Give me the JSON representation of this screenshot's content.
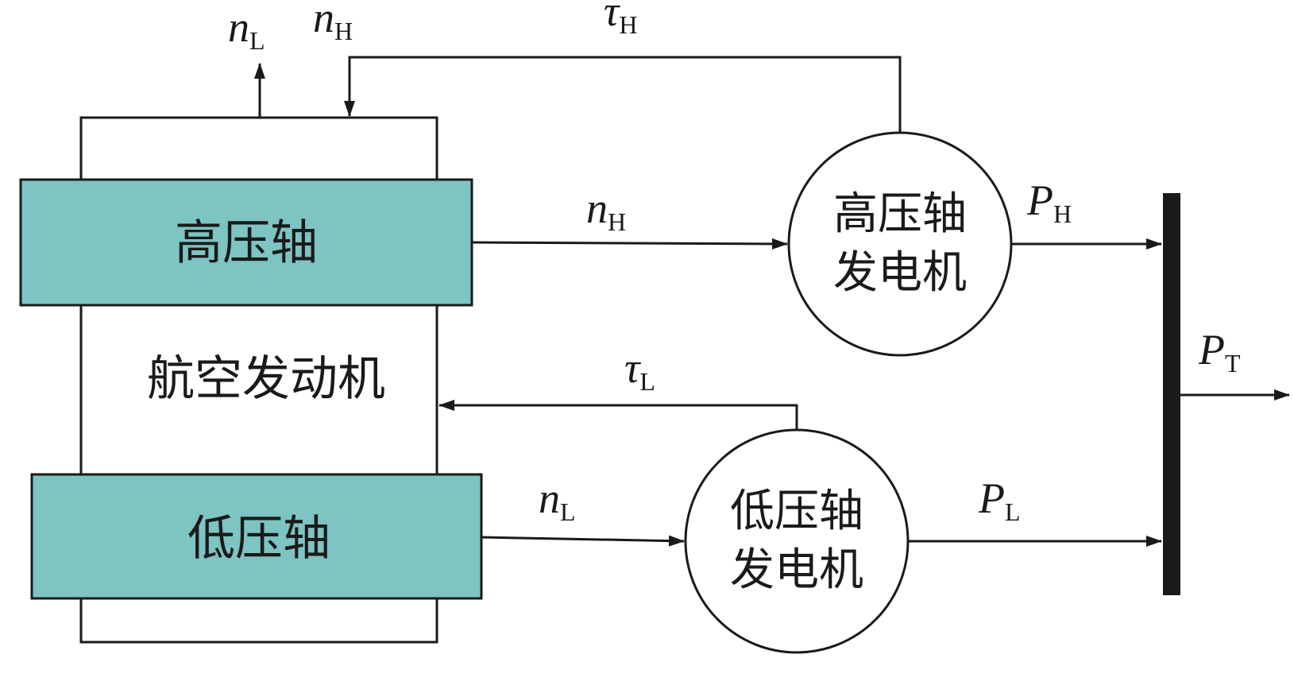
{
  "colors": {
    "shaft_fill": "#7dc4c3",
    "stroke": "#1a1a1a",
    "bus": "#1a1a1a",
    "background": "#ffffff"
  },
  "engine": {
    "label": "航空发动机",
    "high_shaft": "高压轴",
    "low_shaft": "低压轴"
  },
  "generators": {
    "high": {
      "line1": "高压轴",
      "line2": "发电机"
    },
    "low": {
      "line1": "低压轴",
      "line2": "发电机"
    }
  },
  "signals": {
    "nL_out": {
      "sym": "n",
      "sub": "L"
    },
    "nH_in": {
      "sym": "n",
      "sub": "H"
    },
    "tauH": {
      "sym": "τ",
      "sub": "H"
    },
    "nH_gen": {
      "sym": "n",
      "sub": "H"
    },
    "PH": {
      "sym": "P",
      "sub": "H"
    },
    "tauL": {
      "sym": "τ",
      "sub": "L"
    },
    "nL_gen": {
      "sym": "n",
      "sub": "L"
    },
    "PL": {
      "sym": "P",
      "sub": "L"
    },
    "PT": {
      "sym": "P",
      "sub": "T"
    }
  }
}
